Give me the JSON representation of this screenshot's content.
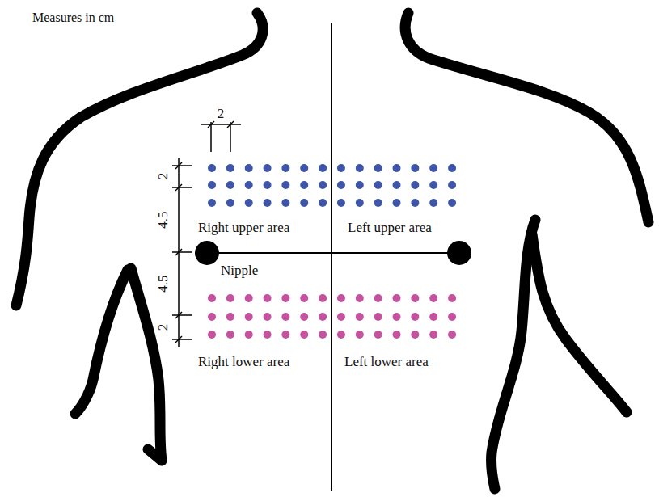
{
  "diagram": {
    "labels": [
      "Measures in cm",
      "2",
      "2",
      "4.5",
      "4.5",
      "2",
      "Right upper area",
      "Left upper area",
      "Nipple",
      "Right lower area",
      "Left lower area"
    ]
  }
}
